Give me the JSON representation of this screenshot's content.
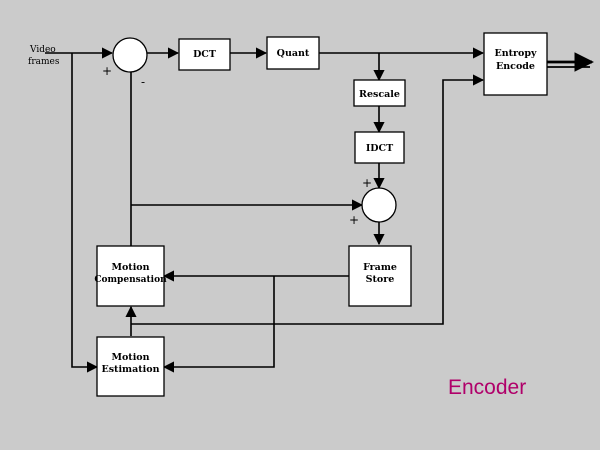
{
  "diagram": {
    "input_label_line1": "Video",
    "input_label_line2": "frames",
    "blocks": {
      "dct": "DCT",
      "quant": "Quant",
      "entropy_line1": "Entropy",
      "entropy_line2": "Encode",
      "rescale": "Rescale",
      "idct": "IDCT",
      "frame_store_line1": "Frame",
      "frame_store_line2": "Store",
      "motion_comp_line1": "Motion",
      "motion_comp_line2": "Compensation",
      "motion_est_line1": "Motion",
      "motion_est_line2": "Estimation"
    },
    "signs": {
      "sub_plus": "+",
      "sub_minus": "-",
      "add_plus_top": "+",
      "add_plus_left": "+"
    },
    "caption": "Encoder",
    "caption_color": "#b0006a"
  }
}
